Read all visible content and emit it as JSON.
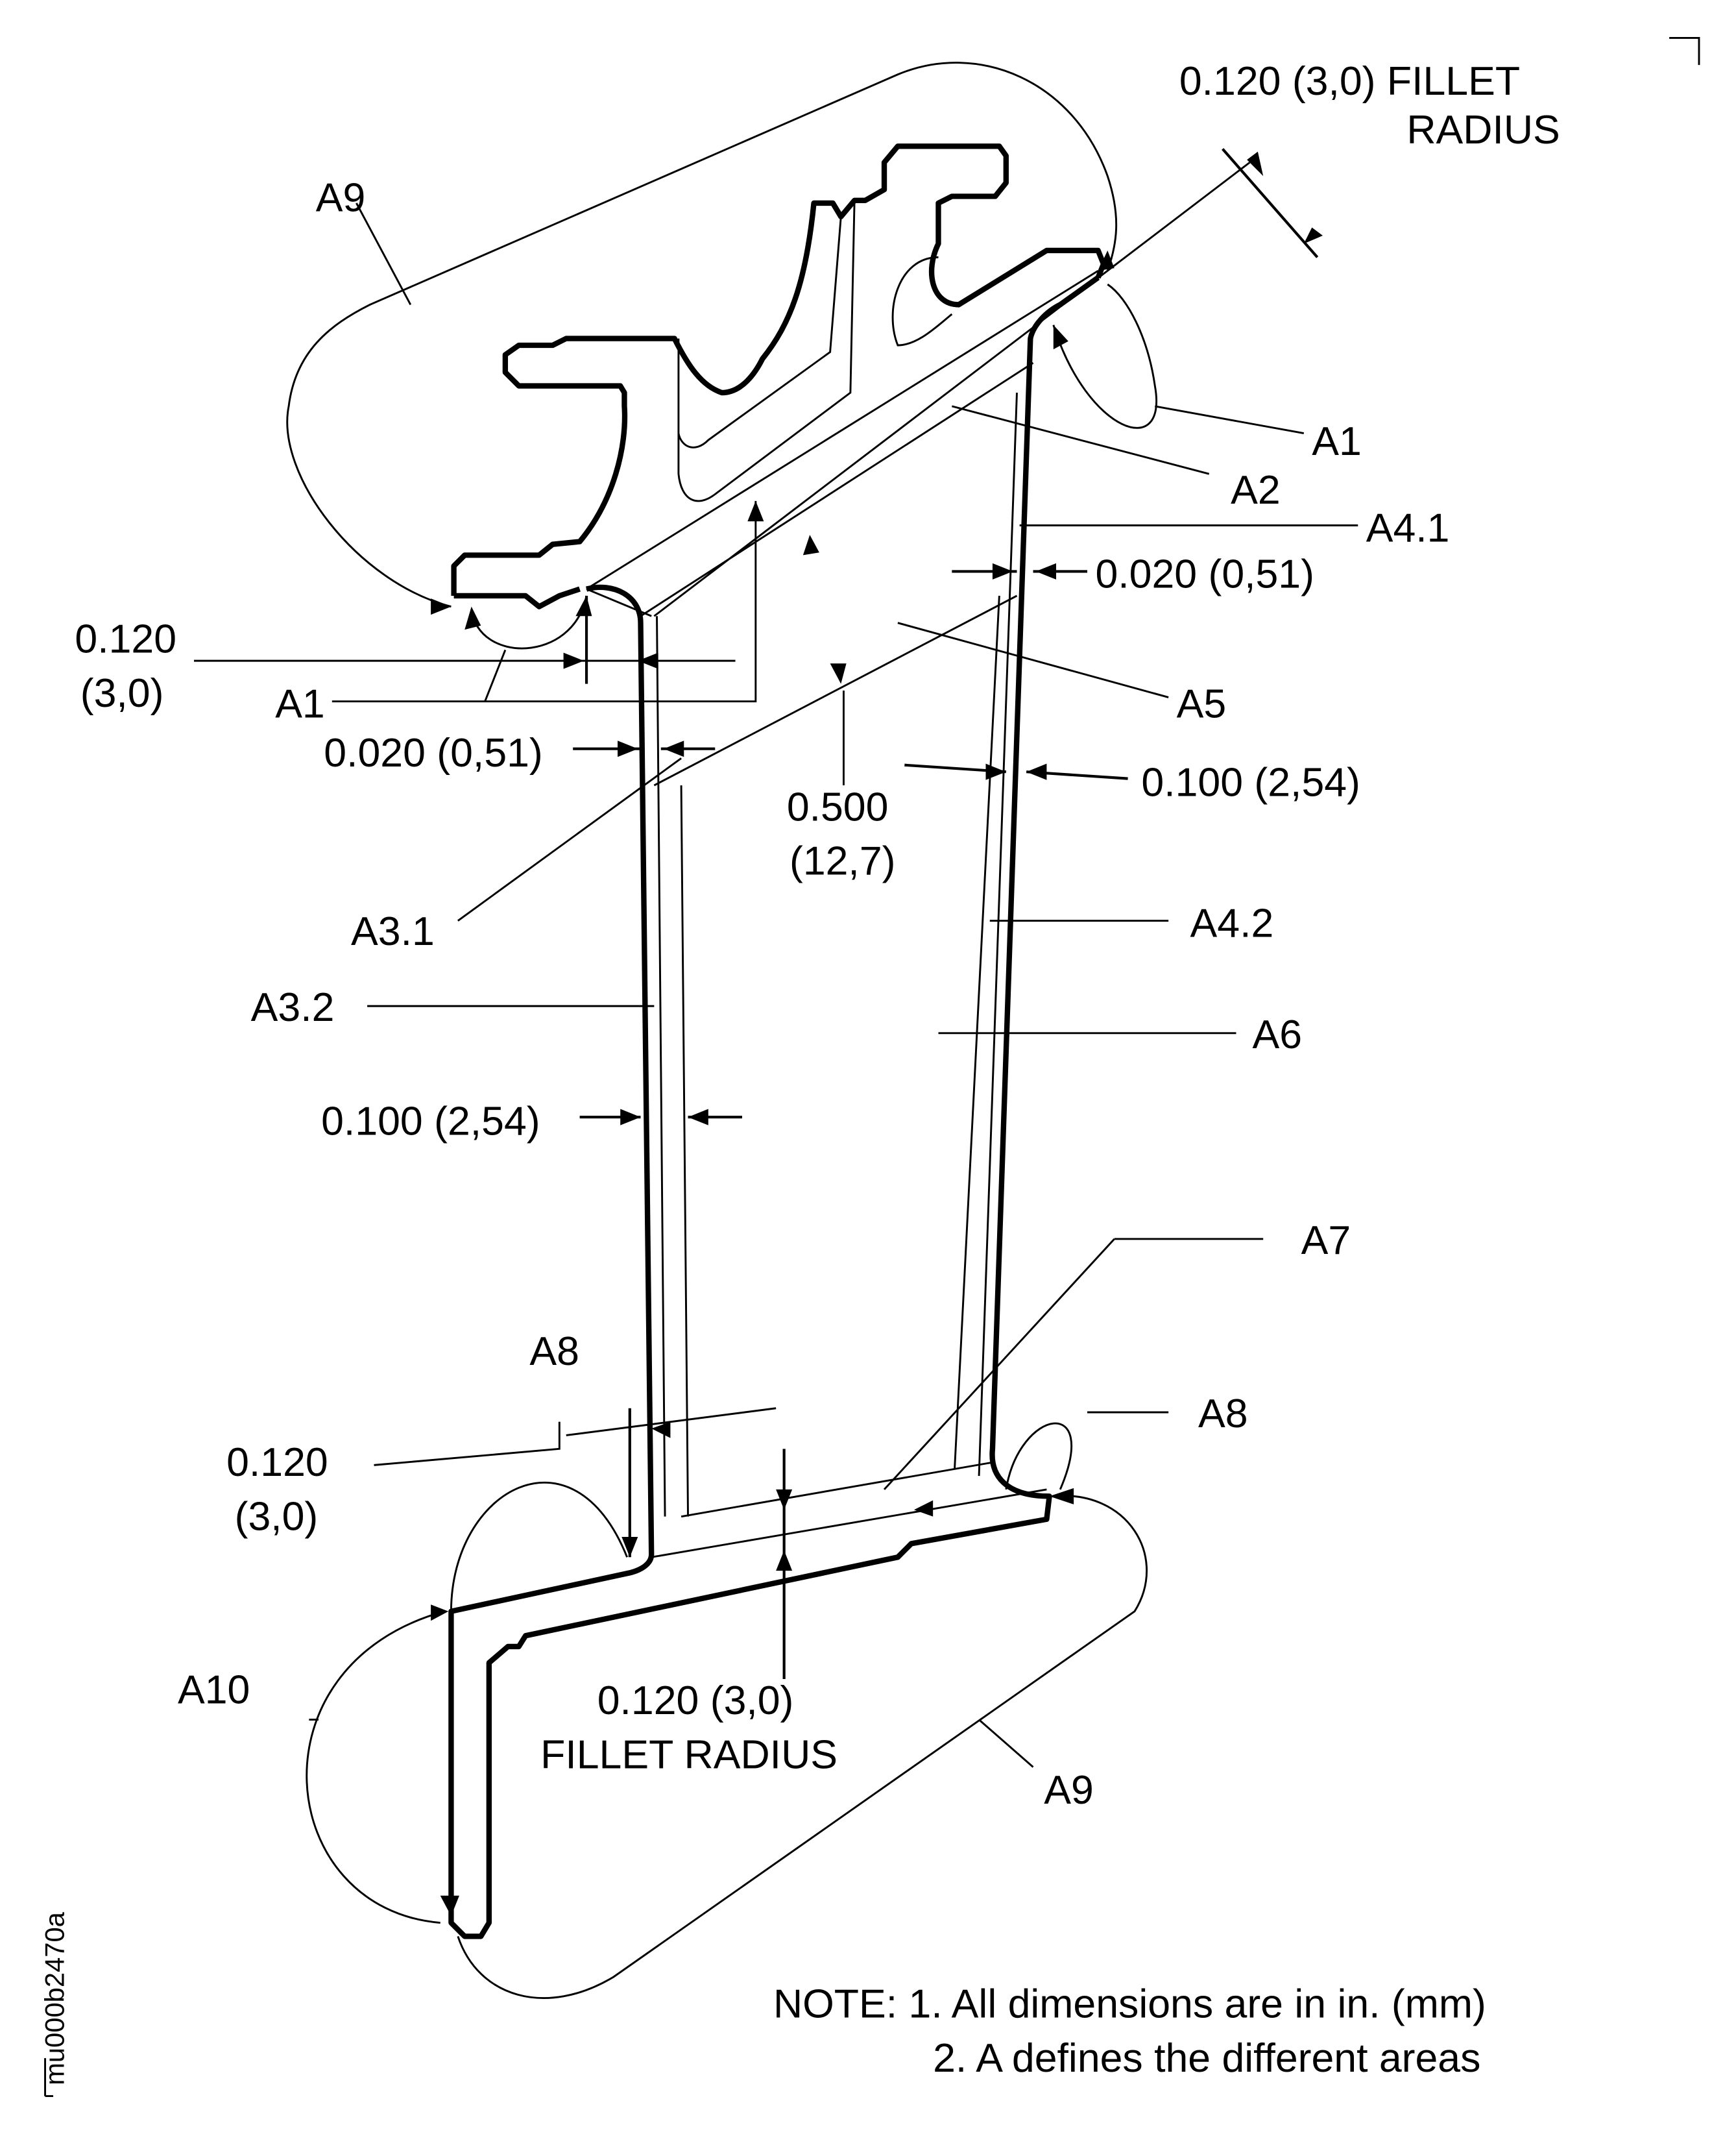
{
  "figure_id": "mu000b2470a",
  "labels": {
    "fillet_top_1": "0.120  (3,0)  FILLET",
    "fillet_top_2": "RADIUS",
    "a9_top": "A9",
    "a1_right": "A1",
    "a2": "A2",
    "a4_1": "A4.1",
    "dim_020_right": "0.020  (0,51)",
    "dim_120_left_1": "0.120",
    "dim_120_left_2": "(3,0)",
    "a1_left": "A1",
    "dim_020_left": "0.020  (0,51)",
    "a5": "A5",
    "dim_100_right": "0.100  (2,54)",
    "dim_500_1": "0.500",
    "dim_500_2": "(12,7)",
    "a3_1": "A3.1",
    "a4_2": "A4.2",
    "a3_2": "A3.2",
    "a6": "A6",
    "dim_100_left": "0.100  (2,54)",
    "a7": "A7",
    "a8_left": "A8",
    "a8_right": "A8",
    "dim_120_bot_1": "0.120",
    "dim_120_bot_2": "(3,0)",
    "a10": "A10",
    "fillet_bot_1": "0.120  (3,0)",
    "fillet_bot_2": "FILLET  RADIUS",
    "a9_bottom": "A9"
  },
  "notes": {
    "line1": "NOTE:  1.  All dimensions are in in. (mm)",
    "line2": "2.  A defines the different areas"
  }
}
